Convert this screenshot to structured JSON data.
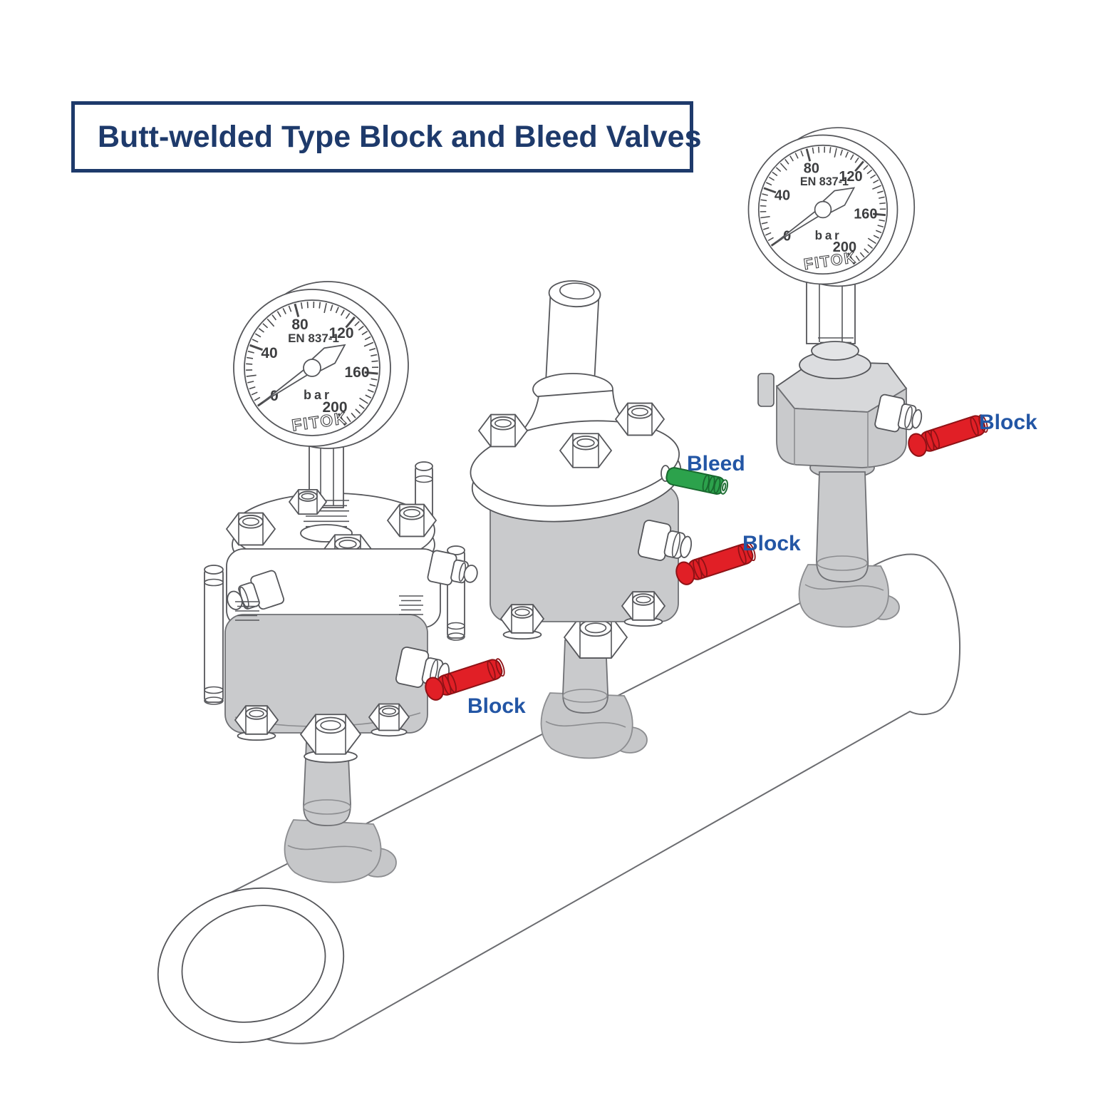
{
  "title": {
    "text": "Butt-welded Type Block and Bleed Valves"
  },
  "diagram": {
    "gauge": {
      "standard": "EN 837-1",
      "unit": "bar",
      "brand": "FITOK",
      "scale": [
        "0",
        "40",
        "80",
        "120",
        "160",
        "200"
      ],
      "needle_value": "0"
    },
    "annotations": {
      "left_block": "Block",
      "middle_bleed": "Bleed",
      "middle_block": "Block",
      "right_block": "Block"
    },
    "colors": {
      "block_handle": "#e11f26",
      "bleed_handle": "#2ca24c",
      "annotation_text": "#2356a5",
      "title_text": "#1e3a6b"
    }
  }
}
